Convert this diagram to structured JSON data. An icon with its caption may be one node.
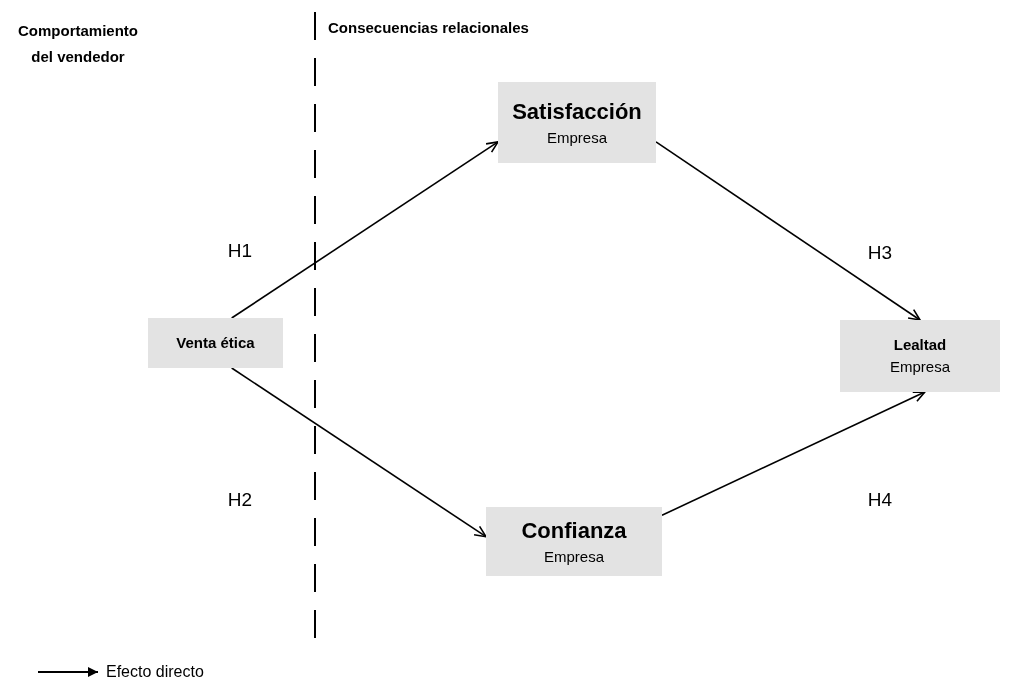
{
  "diagram": {
    "nodes": [
      {
        "text": [
          "Venta ética"
        ]
      },
      {
        "text": [
          "Satisfacción",
          "Empresa"
        ]
      },
      {
        "text": [
          "Confianza",
          "Empresa"
        ]
      },
      {
        "text": [
          "Lealtad",
          "Empresa"
        ]
      }
    ],
    "edges": [
      {
        "from": 0,
        "to": 1,
        "arrow": "to",
        "label": "H1"
      },
      {
        "from": 0,
        "to": 2,
        "arrow": "to",
        "label": "H2"
      },
      {
        "from": 1,
        "to": 3,
        "arrow": "to",
        "label": "H3"
      },
      {
        "from": 2,
        "to": 3,
        "arrow": "to",
        "label": "H4"
      }
    ],
    "labels": [
      "Comportamiento del vendedor",
      "Consecuencias relacionales"
    ],
    "legend": [
      {
        "text": "Efecto directo"
      }
    ]
  }
}
